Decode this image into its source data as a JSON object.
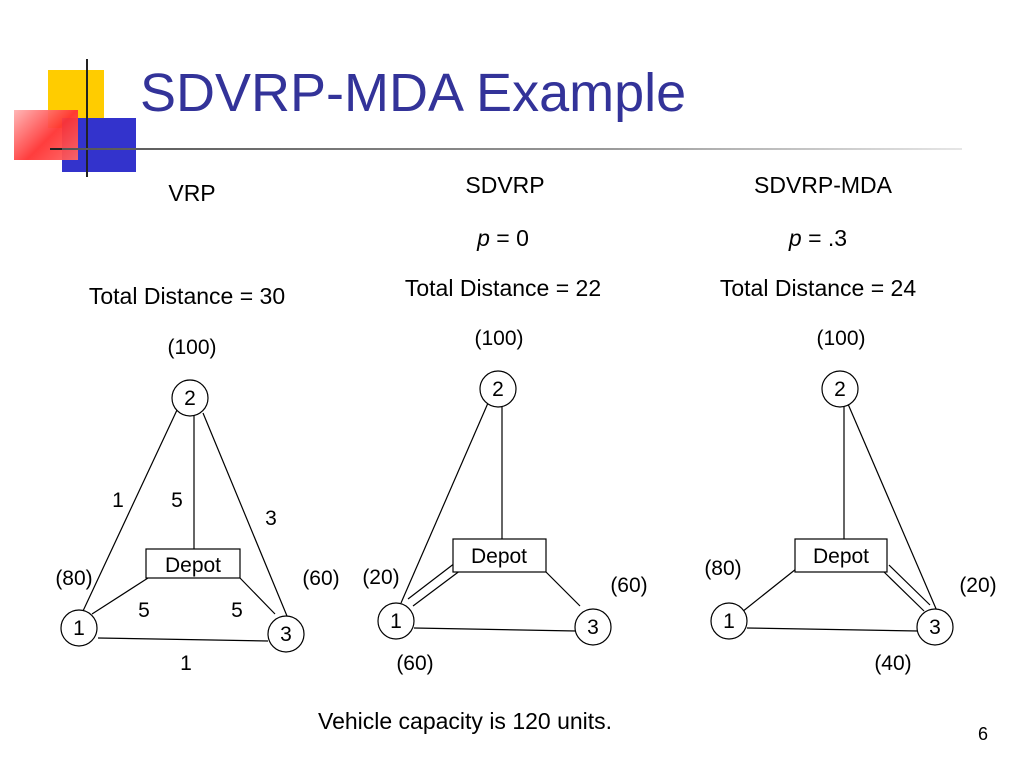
{
  "slide": {
    "title": "SDVRP-MDA Example",
    "footer": "Vehicle capacity is 120 units.",
    "page_number": "6"
  },
  "panels": {
    "vrp": {
      "heading": "VRP",
      "total": "Total Distance = 30",
      "depot": "Depot",
      "nodes": [
        "1",
        "2",
        "3"
      ],
      "demands": {
        "n2": "(100)",
        "n1": "(80)",
        "n3": "(60)"
      },
      "edge_labels": {
        "e12": "1",
        "e2d": "5",
        "e23": "3",
        "e1d": "5",
        "e3d": "5",
        "e13": "1"
      }
    },
    "sdvrp": {
      "heading": "SDVRP",
      "p_var": "p",
      "p_rest": " = 0",
      "total": "Total Distance = 22",
      "depot": "Depot",
      "nodes": [
        "1",
        "2",
        "3"
      ],
      "demands": {
        "n2": "(100)",
        "n1_upper": "(20)",
        "n1_lower": "(60)",
        "n3": "(60)"
      }
    },
    "sdvrp_mda": {
      "heading": "SDVRP-MDA",
      "p_var": "p",
      "p_rest": " = .3",
      "total": "Total Distance = 24",
      "depot": "Depot",
      "nodes": [
        "1",
        "2",
        "3"
      ],
      "demands": {
        "n2": "(100)",
        "n1": "(80)",
        "n3_upper": "(20)",
        "n3_lower": "(40)"
      }
    }
  },
  "colors": {
    "title": "#333399",
    "deco_yellow": "#ffcc00",
    "deco_blue": "#3333cc",
    "deco_red": "#ff3333"
  }
}
